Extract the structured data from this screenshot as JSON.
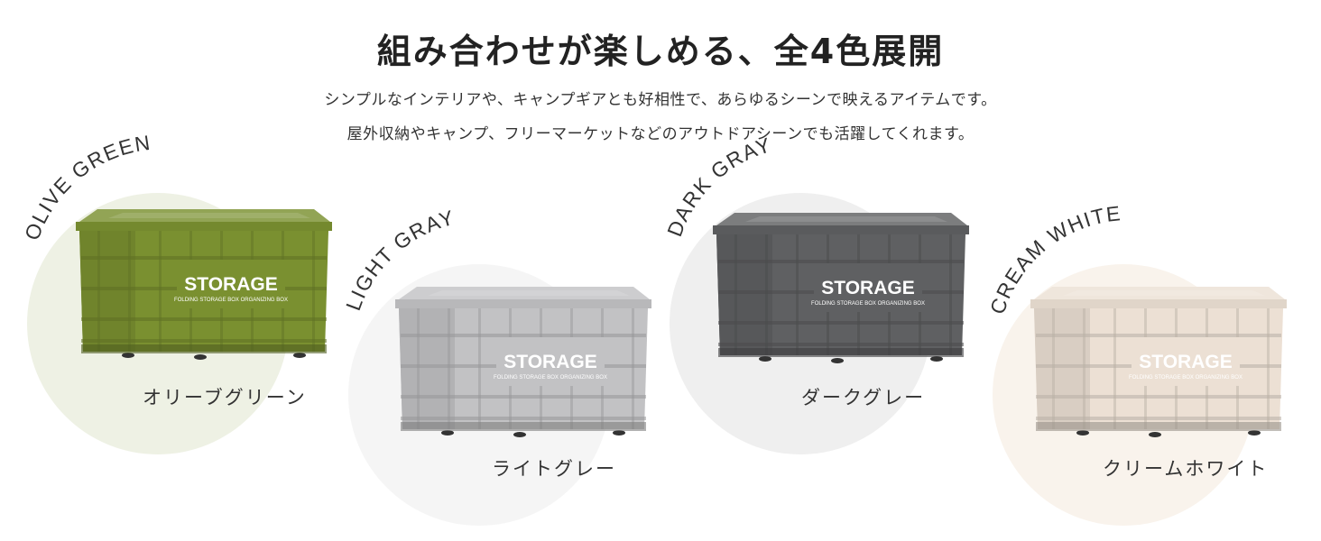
{
  "heading": "組み合わせが楽しめる、全4色展開",
  "subtitle_line1": "シンプルなインテリアや、キャンプギアとも好相性で、あらゆるシーンで映えるアイテムです。",
  "subtitle_line2": "屋外収納やキャンプ、フリーマーケットなどのアウトドアシーンでも活躍してくれます。",
  "box_brand": "STORAGE",
  "box_tagline": "FOLDING STORAGE BOX ORGANIZING BOX",
  "colors": [
    {
      "name_en": "OLIVE GREEN",
      "name_jp": "オリーブグリーン",
      "box_color": "#7a9030",
      "circle_color": "#eef1e4"
    },
    {
      "name_en": "LIGHT GRAY",
      "name_jp": "ライトグレー",
      "box_color": "#c2c2c4",
      "circle_color": "#f5f5f5"
    },
    {
      "name_en": "DARK GRAY",
      "name_jp": "ダークグレー",
      "box_color": "#5f6062",
      "circle_color": "#efefef"
    },
    {
      "name_en": "CREAM WHITE",
      "name_jp": "クリームホワイト",
      "box_color": "#ece0d4",
      "circle_color": "#f9f3ec"
    }
  ]
}
